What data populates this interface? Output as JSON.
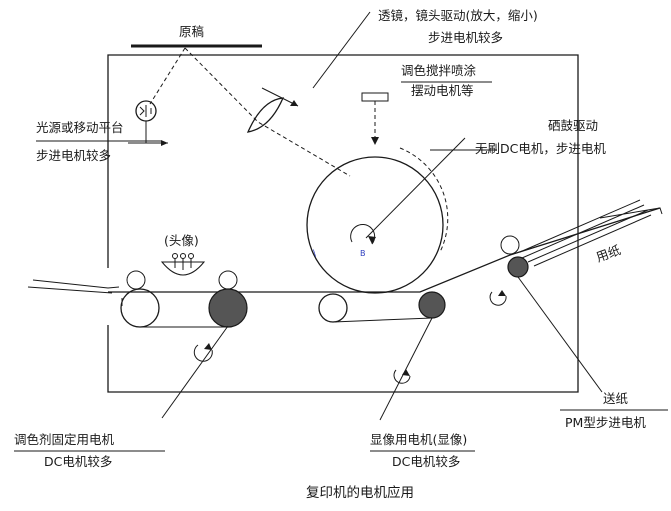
{
  "labels": {
    "original": "原稿",
    "lens_line1": "透镜，镜头驱动(放大，缩小)",
    "lens_line2": "步进电机较多",
    "toner_line1": "调色搅拌喷涂",
    "toner_line2": "摆动电机等",
    "drum_line1": "硒鼓驱动",
    "drum_line2": "无刷DC电机，步进电机",
    "light_line1": "光源或移动平台",
    "light_line2": "步进电机较多",
    "head": "(头像)",
    "paper": "用纸",
    "fix_line1": "调色剂固定用电机",
    "fix_line2": "DC电机较多",
    "dev_line1": "显像用电机(显像)",
    "dev_line2": "DC电机较多",
    "feed_line1": "送纸",
    "feed_line2": "PM型步进电机",
    "caption": "复印机的电机应用"
  },
  "colors": {
    "ink": "#1a1a1a",
    "roller_dark": "#555555",
    "accent_blue": "#2f3fbf"
  }
}
